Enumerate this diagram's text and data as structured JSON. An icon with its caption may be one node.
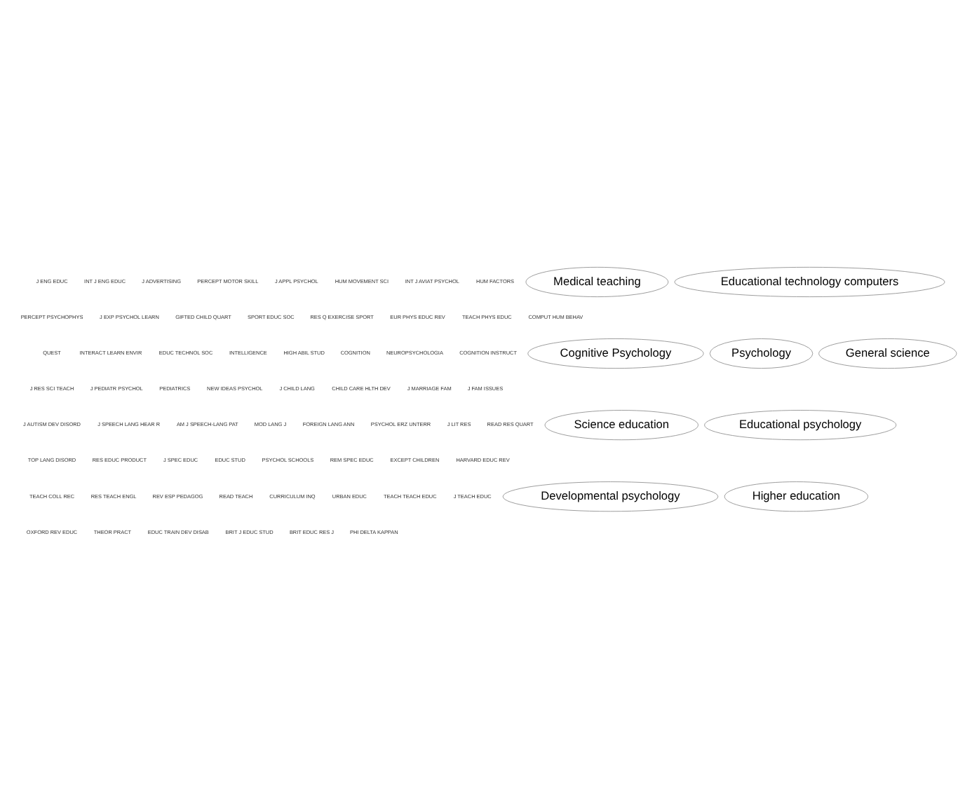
{
  "diagram": {
    "nodes": [
      {
        "text": [
          "Medical teaching"
        ]
      },
      {
        "text": [
          "Educational technology computers"
        ]
      },
      {
        "text": [
          "Cognitive Psychology"
        ]
      },
      {
        "text": [
          "Psychology"
        ]
      },
      {
        "text": [
          "General science"
        ]
      },
      {
        "text": [
          "Science education"
        ]
      },
      {
        "text": [
          "Educational psychology"
        ]
      },
      {
        "text": [
          "Developmental psychology"
        ]
      },
      {
        "text": [
          "Higher education"
        ]
      }
    ],
    "edges": [],
    "labels": [
      "J ENG EDUC",
      "INT J ENG EDUC",
      "J ADVERTISING",
      "PERCEPT MOTOR SKILL",
      "J APPL PSYCHOL",
      "HUM MOVEMENT SCI",
      "INT J AVIAT PSYCHOL",
      "HUM FACTORS",
      "PERCEPT PSYCHOPHYS",
      "J EXP PSYCHOL LEARN",
      "GIFTED CHILD QUART",
      "SPORT EDUC SOC",
      "RES Q EXERCISE SPORT",
      "EUR PHYS EDUC REV",
      "TEACH PHYS EDUC",
      "COMPUT HUM BEHAV",
      "QUEST",
      "INTERACT LEARN ENVIR",
      "EDUC TECHNOL SOC",
      "INTELLIGENCE",
      "HIGH ABIL STUD",
      "COGNITION",
      "NEUROPSYCHOLOGIA",
      "COGNITION INSTRUCT",
      "J RES SCI TEACH",
      "J PEDIATR PSYCHOL",
      "PEDIATRICS",
      "NEW IDEAS PSYCHOL",
      "J CHILD LANG",
      "CHILD CARE HLTH DEV",
      "J MARRIAGE FAM",
      "J FAM ISSUES",
      "J AUTISM DEV DISORD",
      "J SPEECH LANG HEAR R",
      "AM J SPEECH-LANG PAT",
      "MOD LANG J",
      "FOREIGN LANG ANN",
      "PSYCHOL ERZ UNTERR",
      "J LIT RES",
      "READ RES QUART",
      "TOP LANG DISORD",
      "RES EDUC PRODUCT",
      "J SPEC EDUC",
      "EDUC STUD",
      "PSYCHOL SCHOOLS",
      "REM SPEC EDUC",
      "EXCEPT CHILDREN",
      "HARVARD EDUC REV",
      "TEACH COLL REC",
      "RES TEACH ENGL",
      "REV ESP PEDAGOG",
      "READ TEACH",
      "CURRICULUM INQ",
      "URBAN EDUC",
      "TEACH TEACH EDUC",
      "J TEACH EDUC",
      "OXFORD REV EDUC",
      "THEOR PRACT",
      "EDUC TRAIN DEV DISAB",
      "BRIT J EDUC STUD",
      "BRIT EDUC RES J",
      "PHI DELTA KAPPAN"
    ]
  }
}
